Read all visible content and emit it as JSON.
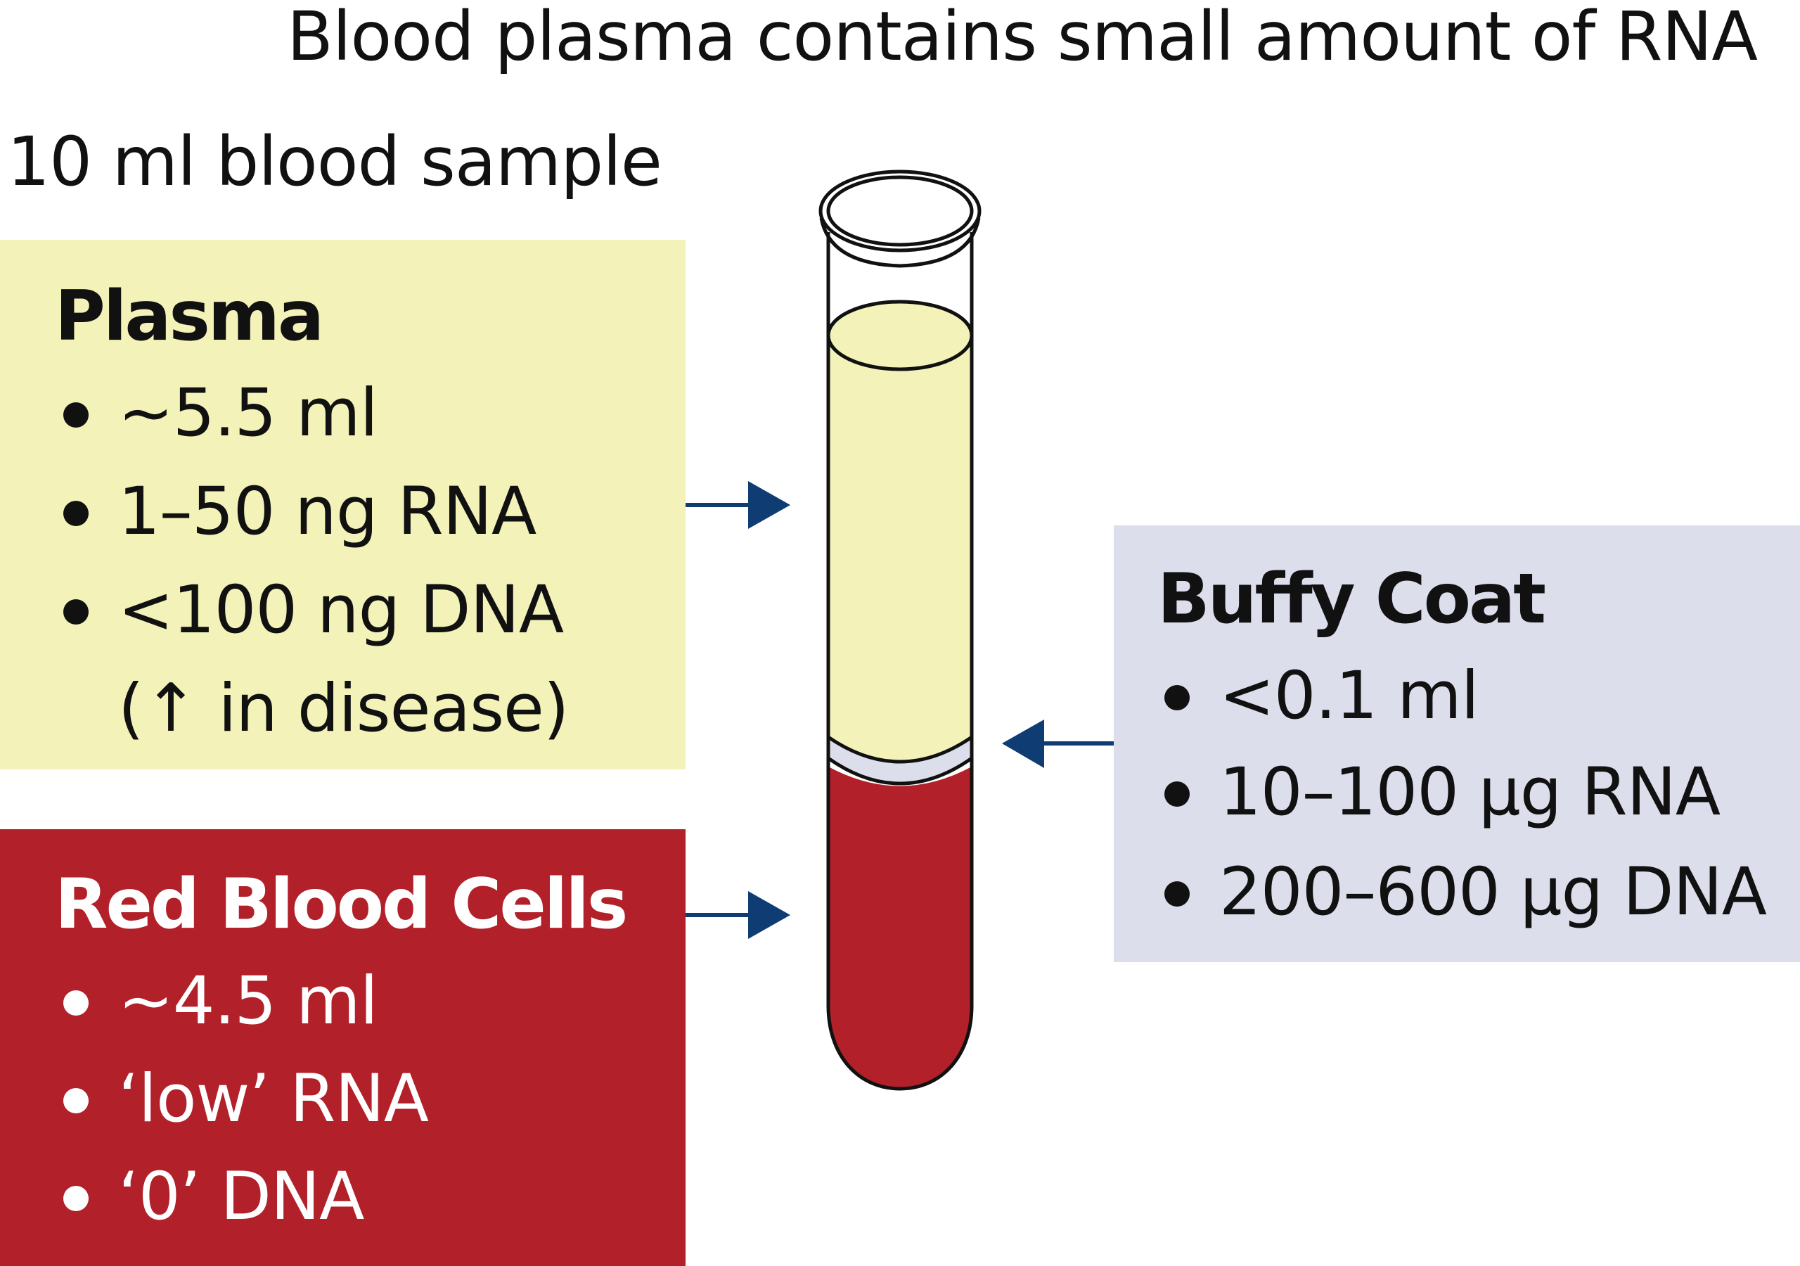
{
  "title": "Blood plasma contains small amount of RNA",
  "subtitle": "10 ml blood sample",
  "colors": {
    "plasma": "#f3f2b9",
    "buffy_coat": "#dcdeec",
    "red_blood_cells": "#b22029",
    "arrow": "#0f3d73",
    "outline": "#111111"
  },
  "plasma": {
    "heading": "Plasma",
    "bullets": [
      "~5.5 ml",
      "1–50 ng RNA",
      "<100 ng DNA"
    ],
    "note": "(↑ in disease)"
  },
  "buffy_coat": {
    "heading": "Buffy Coat",
    "bullets": [
      "<0.1 ml",
      "10–100 µg RNA",
      "200–600 µg DNA"
    ]
  },
  "red_blood_cells": {
    "heading": "Red Blood Cells",
    "bullets": [
      "~4.5 ml",
      "‘low’ RNA",
      "‘0’ DNA"
    ]
  },
  "tube": {
    "layers": [
      "plasma",
      "buffy coat",
      "red blood cells"
    ]
  }
}
